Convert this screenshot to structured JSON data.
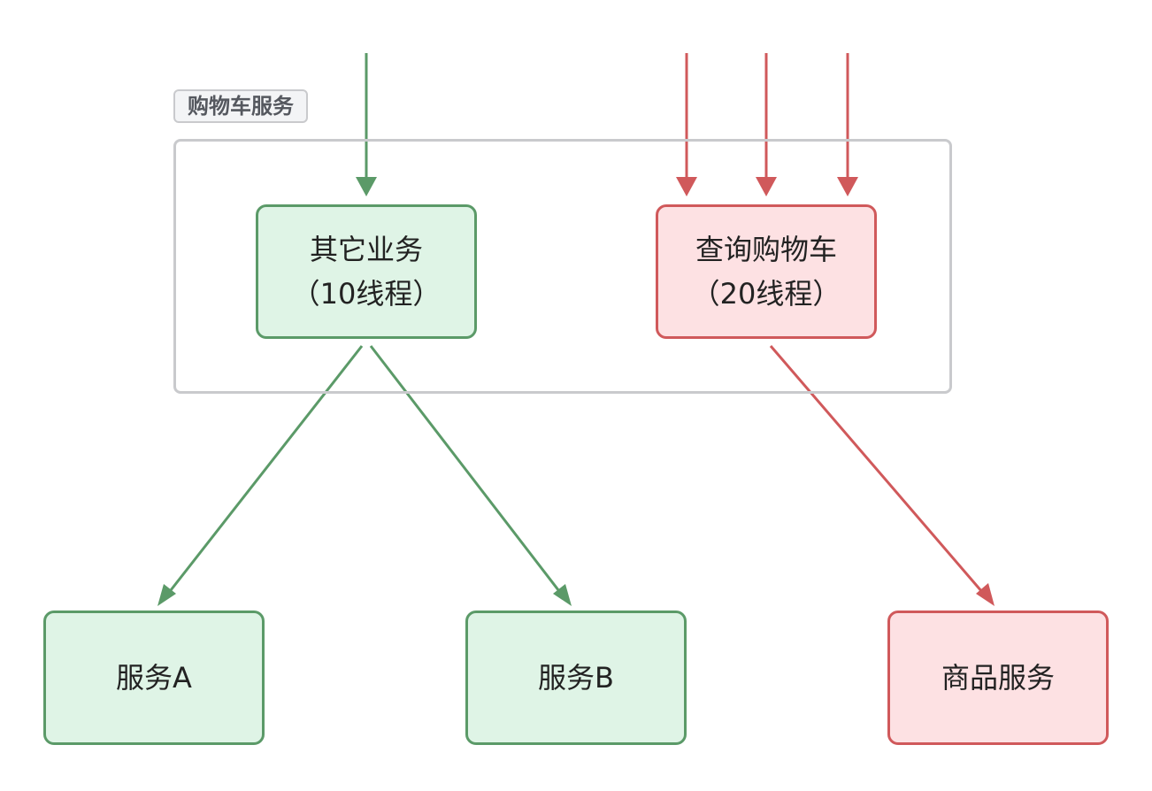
{
  "group": {
    "label": "购物车服务"
  },
  "nodes": {
    "other_business": {
      "line1": "其它业务",
      "line2": "（10线程）"
    },
    "query_cart": {
      "line1": "查询购物车",
      "line2": "（20线程）"
    },
    "service_a": {
      "label": "服务A"
    },
    "service_b": {
      "label": "服务B"
    },
    "goods_service": {
      "label": "商品服务"
    }
  },
  "colors": {
    "green_stroke": "#5b9a68",
    "green_fill": "#dff4e6",
    "red_stroke": "#d0595b",
    "red_fill": "#fde1e3",
    "group_border": "#c9cacd"
  }
}
